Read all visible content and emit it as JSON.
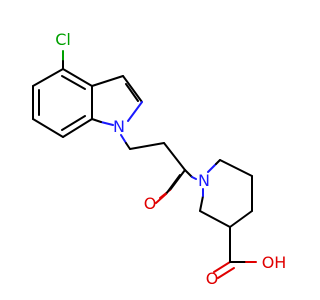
{
  "molecule": {
    "atom_labels": {
      "chlorine": "Cl",
      "indole_nitrogen": "N",
      "piperidine_nitrogen": "N",
      "carbonyl_oxygen": "O",
      "acid_group": "OH"
    },
    "colors": {
      "bond": "#000000",
      "chlorine": "#00a000",
      "nitrogen": "#1a1aff",
      "oxygen": "#e00000",
      "background": "#ffffff"
    }
  }
}
